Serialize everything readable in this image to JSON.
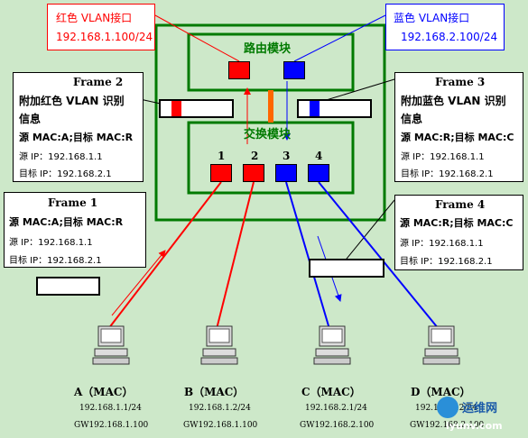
{
  "labels": {
    "red_vlan_interface": "红色 VLAN接口",
    "red_vlan_ip": "192.168.1.100/24",
    "blue_vlan_interface": "蓝色 VLAN接口",
    "blue_vlan_ip": "192.168.2.100/24",
    "routing_module": "路由模块",
    "switching_module": "交换模块"
  },
  "ports": [
    "1",
    "2",
    "3",
    "4"
  ],
  "frames": {
    "frame2": {
      "title": "Frame 2",
      "line1": "附加红色 VLAN 识别",
      "line2": "信息",
      "line3": "源 MAC:A;目标 MAC:R",
      "line4": "源 IP：192.168.1.1",
      "line5": "目标 IP：192.168.2.1"
    },
    "frame3": {
      "title": "Frame 3",
      "line1": "附加蓝色 VLAN 识别",
      "line2": "信息",
      "line3": "源 MAC:R;目标 MAC:C",
      "line4": "源 IP：192.168.1.1",
      "line5": "目标 IP：192.168.2.1"
    },
    "frame1": {
      "title": "Frame 1",
      "line1": "源 MAC:A;目标 MAC:R",
      "line2": "源 IP：192.168.1.1",
      "line3": "目标 IP：192.168.2.1"
    },
    "frame4": {
      "title": "Frame 4",
      "line1": "源 MAC:R;目标 MAC:C",
      "line2": "源 IP：192.168.1.1",
      "line3": "目标 IP：192.168.2.1"
    }
  },
  "hosts": [
    {
      "name": "A（MAC）",
      "ip": "192.168.1.1/24",
      "gw": "GW192.168.1.100"
    },
    {
      "name": "B（MAC）",
      "ip": "192.168.1.2/24",
      "gw": "GW192.168.1.100"
    },
    {
      "name": "C（MAC）",
      "ip": "192.168.2.1/24",
      "gw": "GW192.168.2.100"
    },
    {
      "name": "D（MAC）",
      "ip": "192.168.2.2/24",
      "gw": "GW192.168.2.100"
    }
  ],
  "watermark": {
    "name": "运维网",
    "url": "iyunv.com"
  },
  "colors": {
    "red": "#ff0000",
    "blue": "#0000ff",
    "green": "#007a00",
    "orange": "#ff6600",
    "bg": "#cde8c9"
  }
}
